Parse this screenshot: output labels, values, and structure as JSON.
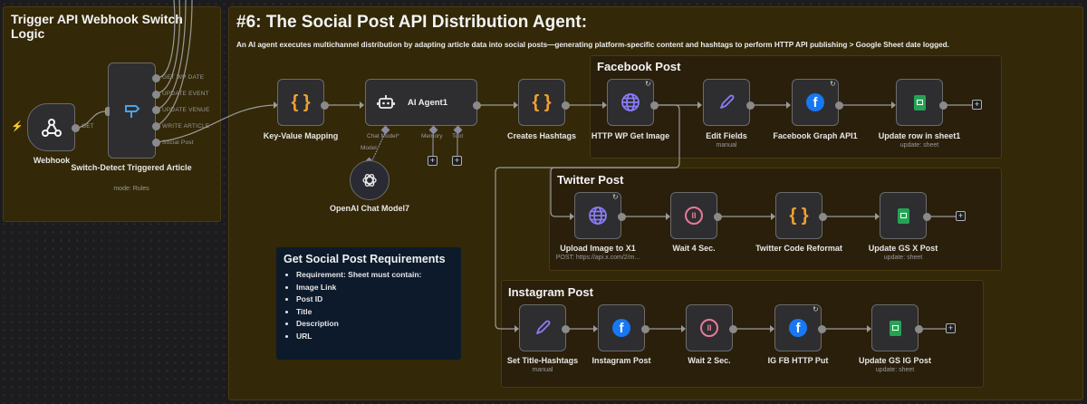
{
  "groups": {
    "trigger": {
      "title": "Trigger API Webhook Switch Logic"
    },
    "main": {
      "title": "#6: The Social Post API Distribution Agent:",
      "description": "An AI agent executes multichannel distribution by adapting article data into social posts—generating platform-specific content and hashtags to perform HTTP API publishing > Google Sheet date logged."
    },
    "facebook": {
      "title": "Facebook Post"
    },
    "twitter": {
      "title": "Twitter Post"
    },
    "instagram": {
      "title": "Instagram Post"
    }
  },
  "nodes": {
    "webhook": {
      "label": "Webhook",
      "output": "GET",
      "icon": "webhook-icon"
    },
    "switch": {
      "label": "Switch-Detect Triggered Article",
      "sub": "mode: Rules",
      "icon": "signpost-icon",
      "outputs": [
        "GET WP DATE",
        "UPDATE EVENT",
        "UPDATE VENUE",
        "WRITE ARTICLE",
        "Social Post"
      ]
    },
    "kv": {
      "label": "Key-Value Mapping",
      "icon": "code-braces-icon"
    },
    "agent": {
      "label": "AI Agent1",
      "icon": "robot-icon",
      "ports": {
        "chat_model": "Chat Model*",
        "memory": "Memory",
        "tool": "Tool"
      }
    },
    "openai": {
      "label": "OpenAI Chat Model7",
      "port": "Model",
      "icon": "openai-icon"
    },
    "hashtags": {
      "label": "Creates Hashtags",
      "icon": "code-braces-icon"
    },
    "fb_image": {
      "label": "HTTP WP Get Image",
      "icon": "globe-icon"
    },
    "fb_edit": {
      "label": "Edit Fields",
      "sub": "manual",
      "icon": "pencil-icon"
    },
    "fb_graph": {
      "label": "Facebook Graph API1",
      "icon": "facebook-icon"
    },
    "fb_sheet": {
      "label": "Update row in sheet1",
      "sub": "update: sheet",
      "icon": "google-sheets-icon"
    },
    "tw_upload": {
      "label": "Upload Image to X1",
      "sub": "POST: https://api.x.com/2/m...",
      "icon": "globe-icon"
    },
    "tw_wait": {
      "label": "Wait 4 Sec.",
      "icon": "pause-icon"
    },
    "tw_code": {
      "label": "Twitter Code Reformat",
      "icon": "code-braces-icon"
    },
    "tw_sheet": {
      "label": "Update GS X Post",
      "sub": "update: sheet",
      "icon": "google-sheets-icon"
    },
    "ig_set": {
      "label": "Set Title-Hashtags",
      "sub": "manual",
      "icon": "pencil-icon"
    },
    "ig_post": {
      "label": "Instagram Post",
      "icon": "facebook-icon"
    },
    "ig_wait": {
      "label": "Wait 2 Sec.",
      "icon": "pause-icon"
    },
    "ig_put": {
      "label": "IG FB HTTP Put",
      "icon": "facebook-icon"
    },
    "ig_sheet": {
      "label": "Update GS IG Post",
      "sub": "update: sheet",
      "icon": "google-sheets-icon"
    }
  },
  "note": {
    "title": "Get Social Post Requirements",
    "items": [
      "Requirement: Sheet must contain:",
      "Image Link",
      "Post ID",
      "Title",
      "Description",
      "URL"
    ]
  },
  "colors": {
    "canvas": "#1c1c1e",
    "sticky_yellow": "#332807",
    "sticky_sub": "#2a1f0b",
    "note_blue": "#0c1a2c",
    "node_bg": "#2e2e30",
    "code_orange": "#f0a030",
    "globe_purple": "#8b7cf6",
    "wait_pink": "#e87a9a",
    "facebook_blue": "#1877f2",
    "sheets_green": "#23a455",
    "switch_blue": "#4aa3e8",
    "trigger_red": "#e4573c"
  }
}
